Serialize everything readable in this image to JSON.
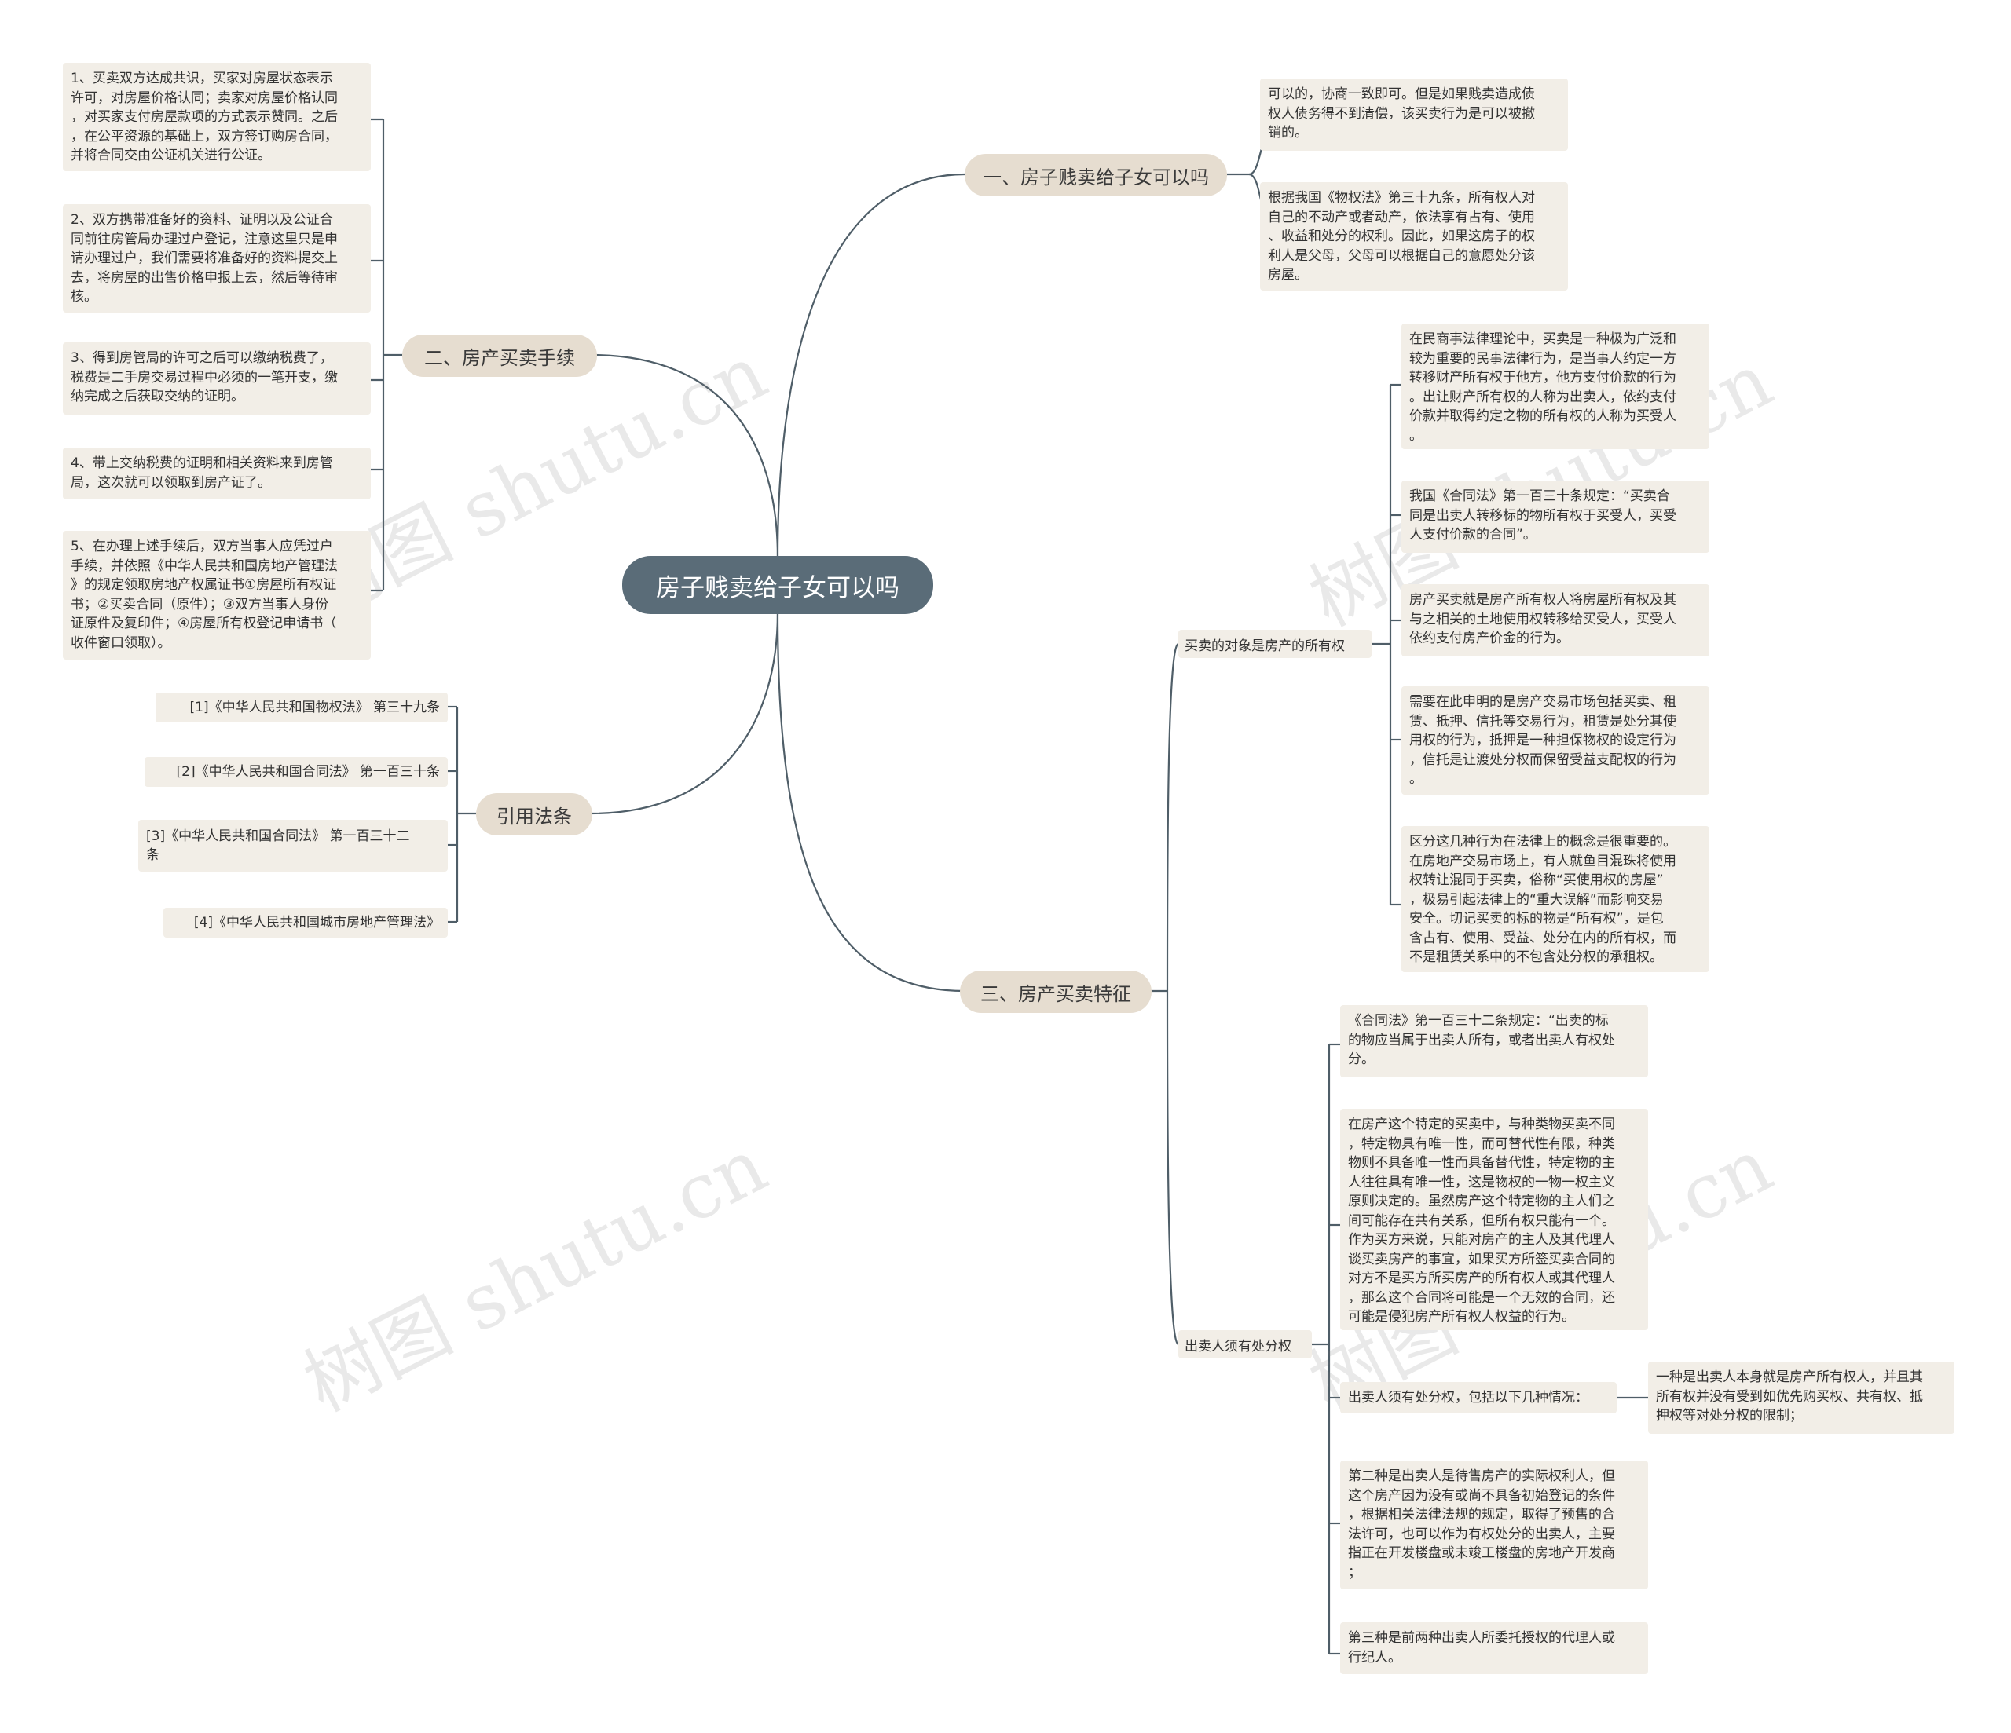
{
  "root": {
    "label": "房子贱卖给子女可以吗"
  },
  "branches": {
    "b1": {
      "label": "一、房子贱卖给子女可以吗",
      "leaves": [
        "可以的，协商一致即可。但是如果贱卖造成债\n权人债务得不到清偿，该买卖行为是可以被撤\n销的。",
        "根据我国《物权法》第三十九条，所有权人对\n自己的不动产或者动产，依法享有占有、使用\n、收益和处分的权利。因此，如果这房子的权\n利人是父母，父母可以根据自己的意愿处分该\n房屋。"
      ]
    },
    "b2": {
      "label": "二、房产买卖手续",
      "leaves": [
        "1、买卖双方达成共识，买家对房屋状态表示\n许可，对房屋价格认同；卖家对房屋价格认同\n，对买家支付房屋款项的方式表示赞同。之后\n，在公平资源的基础上，双方签订购房合同，\n并将合同交由公证机关进行公证。",
        "2、双方携带准备好的资料、证明以及公证合\n同前往房管局办理过户登记，注意这里只是申\n请办理过户，我们需要将准备好的资料提交上\n去，将房屋的出售价格申报上去，然后等待审\n核。",
        "3、得到房管局的许可之后可以缴纳税费了，\n税费是二手房交易过程中必须的一笔开支，缴\n纳完成之后获取交纳的证明。",
        "4、带上交纳税费的证明和相关资料来到房管\n局，这次就可以领取到房产证了。",
        "5、在办理上述手续后，双方当事人应凭过户\n手续，并依照《中华人民共和国房地产管理法\n》的规定领取房地产权属证书①房屋所有权证\n书；②买卖合同（原件）；③双方当事人身份\n证原件及复印件；④房屋所有权登记申请书（\n收件窗口领取）。"
      ]
    },
    "b3": {
      "label": "引用法条",
      "leaves": [
        "[1]《中华人民共和国物权法》 第三十九条",
        "[2]《中华人民共和国合同法》 第一百三十条",
        "[3]《中华人民共和国合同法》 第一百三十二\n条",
        "[4]《中华人民共和国城市房地产管理法》"
      ]
    },
    "b4": {
      "label": "三、房产买卖特征",
      "subs": {
        "s1": {
          "label": "买卖的对象是房产的所有权",
          "leaves": [
            "在民商事法律理论中，买卖是一种极为广泛和\n较为重要的民事法律行为，是当事人约定一方\n转移财产所有权于他方，他方支付价款的行为\n。出让财产所有权的人称为出卖人，依约支付\n价款并取得约定之物的所有权的人称为买受人\n。",
            "我国《合同法》第一百三十条规定：“买卖合\n同是出卖人转移标的物所有权于买受人，买受\n人支付价款的合同”。",
            "房产买卖就是房产所有权人将房屋所有权及其\n与之相关的土地使用权转移给买受人，买受人\n依约支付房产价金的行为。",
            "需要在此申明的是房产交易市场包括买卖、租\n赁、抵押、信托等交易行为，租赁是处分其使\n用权的行为，抵押是一种担保物权的设定行为\n，信托是让渡处分权而保留受益支配权的行为\n。",
            "区分这几种行为在法律上的概念是很重要的。\n在房地产交易市场上，有人就鱼目混珠将使用\n权转让混同于买卖，俗称“买使用权的房屋”\n，极易引起法律上的“重大误解”而影响交易\n安全。切记买卖的标的物是“所有权”，是包\n含占有、使用、受益、处分在内的所有权，而\n不是租赁关系中的不包含处分权的承租权。"
          ]
        },
        "s2": {
          "label": "出卖人须有处分权",
          "leaves": [
            "《合同法》第一百三十二条规定：“出卖的标\n的物应当属于出卖人所有，或者出卖人有权处\n分。",
            "在房产这个特定的买卖中，与种类物买卖不同\n，特定物具有唯一性，而可替代性有限，种类\n物则不具备唯一性而具备替代性，特定物的主\n人往往具有唯一性，这是物权的一物一权主义\n原则决定的。虽然房产这个特定物的主人们之\n间可能存在共有关系，但所有权只能有一个。\n作为买方来说，只能对房产的主人及其代理人\n谈买卖房产的事宜，如果买方所签买卖合同的\n对方不是买方所买房产的所有权人或其代理人\n，那么这个合同将可能是一个无效的合同，还\n可能是侵犯房产所有权人权益的行为。",
            "出卖人须有处分权，包括以下几种情况：",
            "第二种是出卖人是待售房产的实际权利人，但\n这个房产因为没有或尚不具备初始登记的条件\n，根据相关法律法规的规定，取得了预售的合\n法许可，也可以作为有权处分的出卖人，主要\n指正在开发楼盘或未竣工楼盘的房地产开发商\n；",
            "第三种是前两种出卖人所委托授权的代理人或\n行纪人。"
          ],
          "detail": "一种是出卖人本身就是房产所有权人，并且其\n所有权并没有受到如优先购买权、共有权、抵\n押权等对处分权的限制；"
        }
      }
    }
  },
  "watermark": "树图 shutu.cn",
  "colors": {
    "line": "#4f5e68",
    "root_bg": "#5a6c78",
    "branch_bg": "#e6ddd0",
    "leaf_bg": "#f2eee7"
  }
}
